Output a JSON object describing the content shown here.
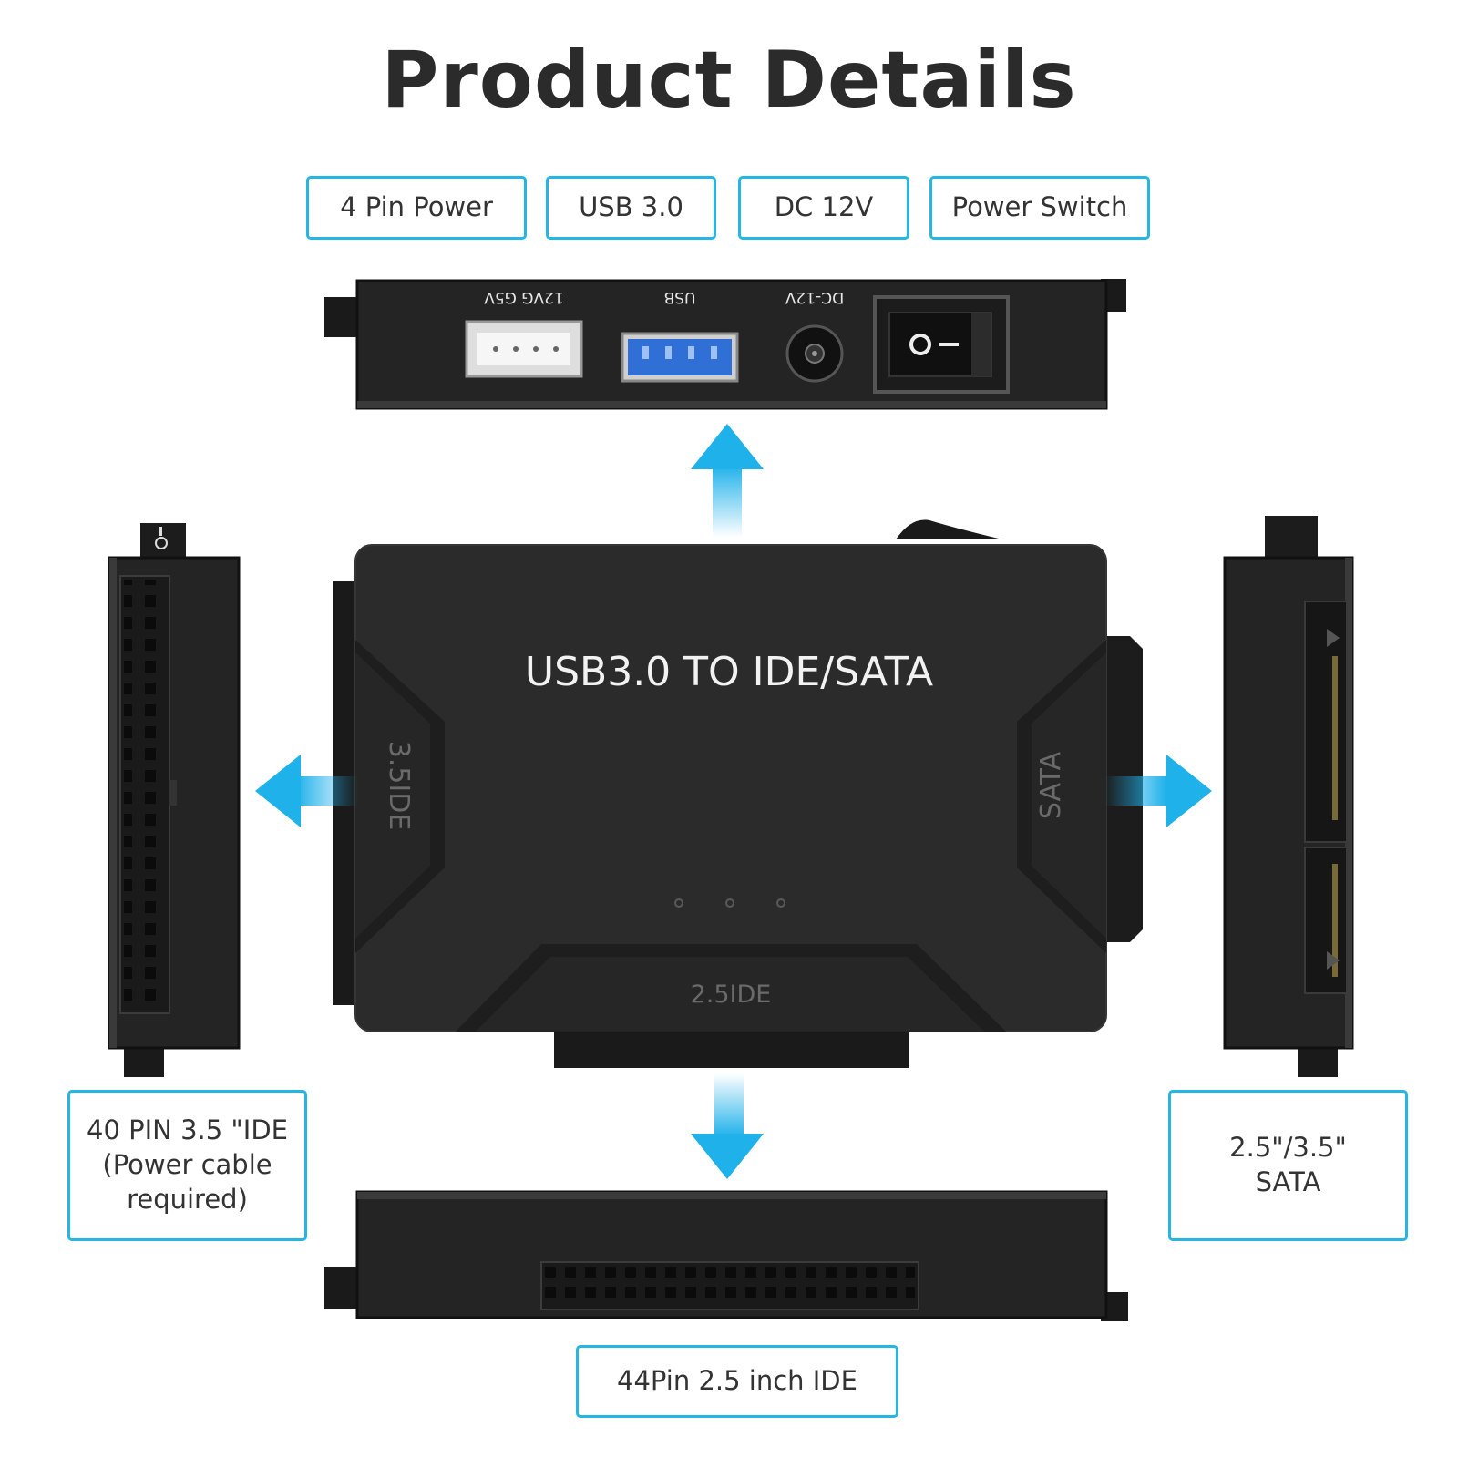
{
  "title": "Product Details",
  "labels": {
    "four_pin_power": "4 Pin Power",
    "usb30": "USB 3.0",
    "dc12v": "DC 12V",
    "power_switch": "Power Switch",
    "ide35": "40 PIN 3.5 \"IDE\n(Power cable\nrequired)",
    "sata": "2.5\"/3.5\"\nSATA",
    "ide25": "44Pin 2.5 inch IDE"
  },
  "device": {
    "main_text": "USB3.0 TO IDE/SATA",
    "left_port_text": "3.5IDE",
    "right_port_text": "SATA",
    "bottom_port_text": "2.5IDE",
    "top_side_marks": {
      "power_port": "12VG G5V",
      "usb_port": "USB",
      "dc_port": "DC-12V"
    },
    "switch_symbols": "O —"
  },
  "colors": {
    "accent": "#25b6e4",
    "device_body": "#2a2a2a",
    "usb_blue": "#2f6fd6",
    "arrow_blue": "#1fb1ea"
  }
}
